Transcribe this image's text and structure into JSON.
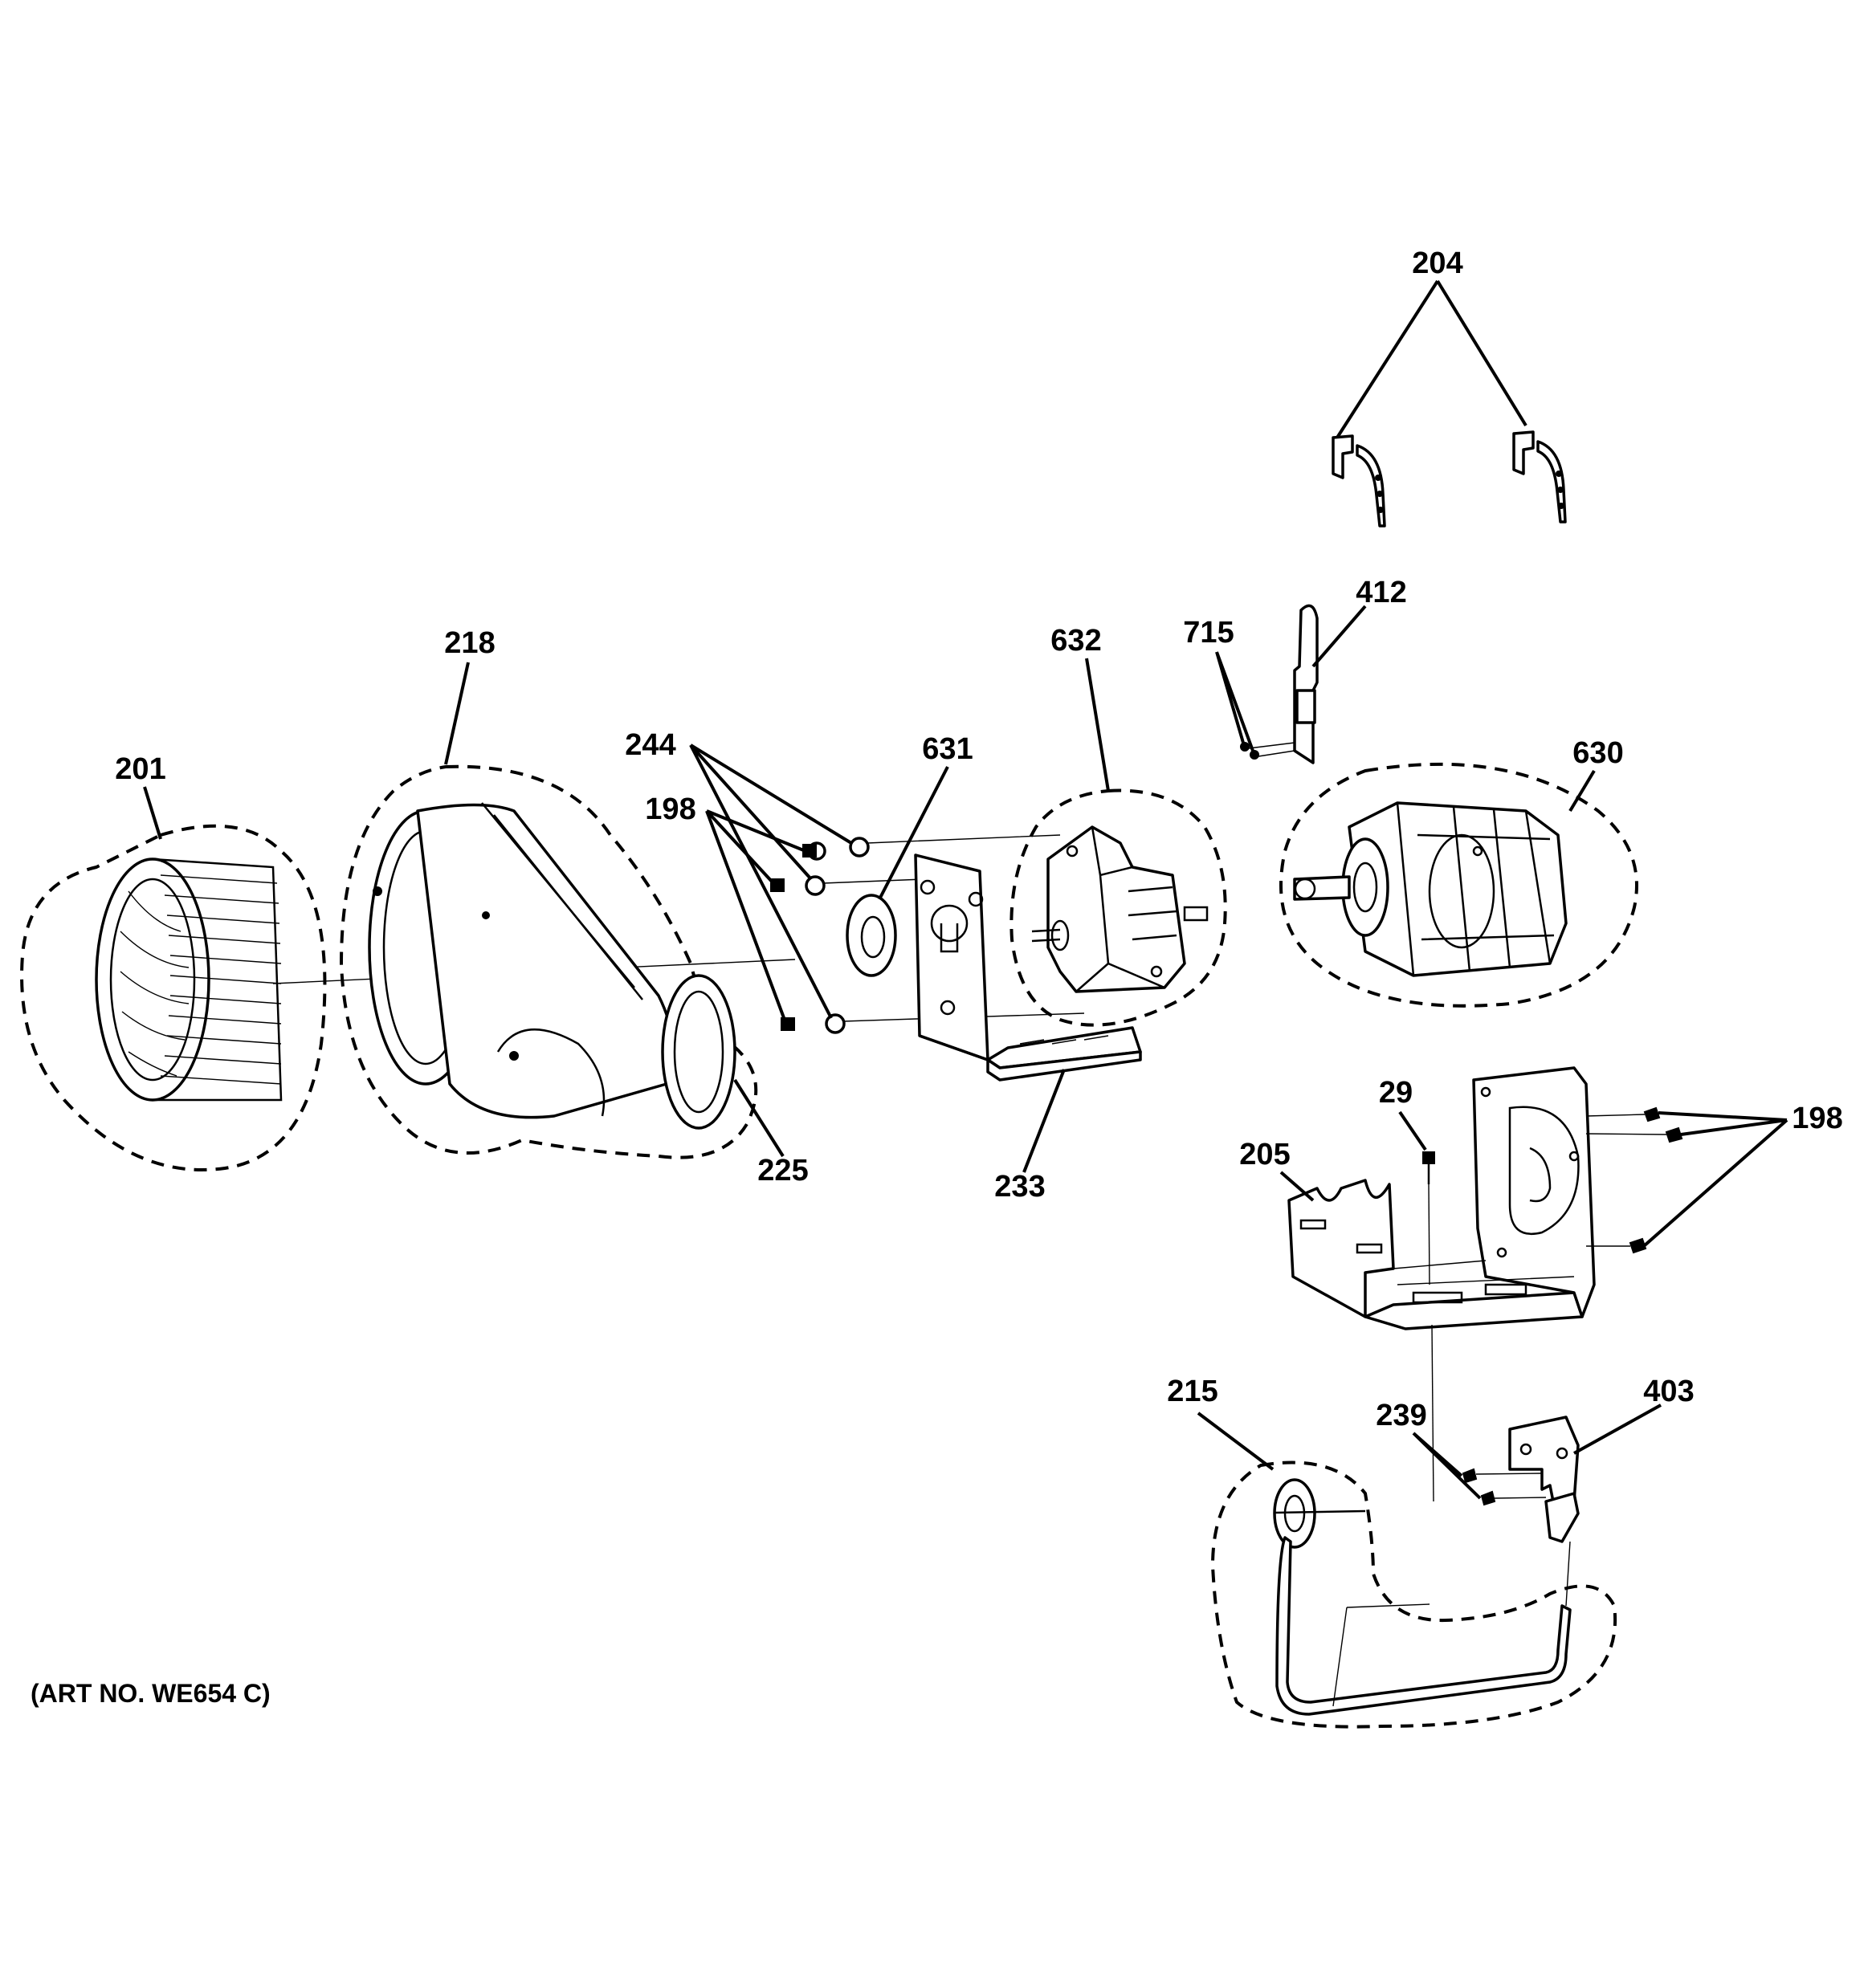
{
  "diagram": {
    "art_number": "(ART NO. WE654 C)",
    "callouts": {
      "c204": "204",
      "c412": "412",
      "c715": "715",
      "c218": "218",
      "c632": "632",
      "c244": "244",
      "c631": "631",
      "c630": "630",
      "c201": "201",
      "c198a": "198",
      "c225": "225",
      "c233": "233",
      "c29": "29",
      "c198b": "198",
      "c205": "205",
      "c403": "403",
      "c215": "215",
      "c239": "239"
    }
  }
}
